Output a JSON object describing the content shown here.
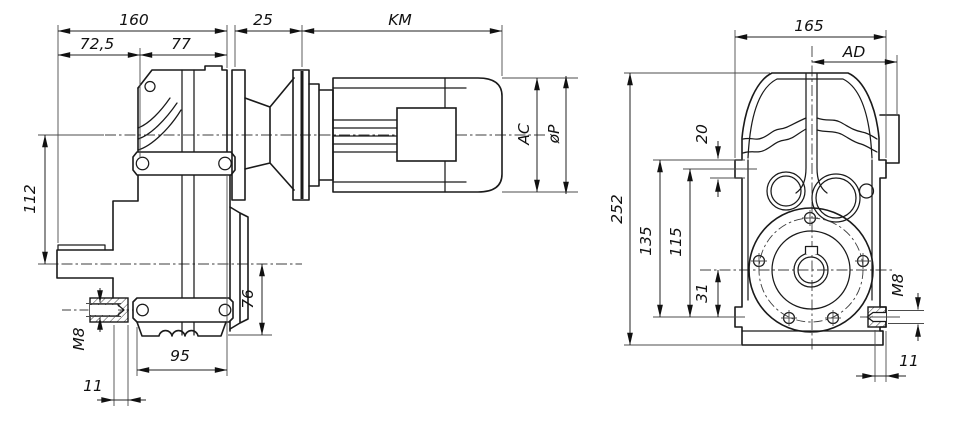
{
  "drawing": {
    "kind": "gearmotor dimensional drawing, two orthographic views",
    "background_color": "#ffffff",
    "line_color": "#1a1a1a"
  },
  "dims": {
    "side": {
      "total_width": "160",
      "w1": "72,5",
      "w2": "77",
      "gap": "25",
      "motor_length": "KM",
      "motor_height": "AC",
      "motor_diameter": "øP",
      "axis_distance": "112",
      "bottom_height": "76",
      "base_width": "95",
      "thread": "M8",
      "edge_offset": "11"
    },
    "rear": {
      "total_width": "165",
      "ad": "AD",
      "total_height": "252",
      "h1": "135",
      "h2": "115",
      "boss_height": "20",
      "h3": "31",
      "thread": "M8",
      "edge_offset": "11"
    }
  }
}
